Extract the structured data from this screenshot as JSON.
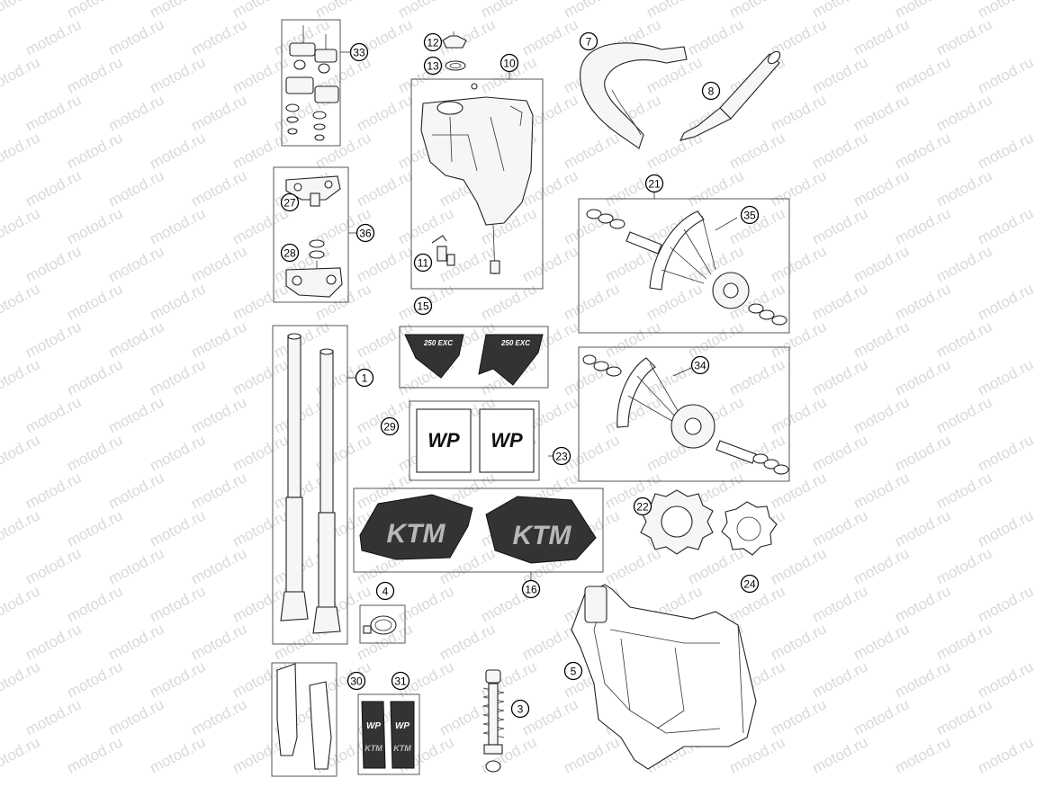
{
  "watermark": "motod.ru",
  "callouts": [
    {
      "id": "33",
      "label": "33"
    },
    {
      "id": "12",
      "label": "12"
    },
    {
      "id": "13",
      "label": "13"
    },
    {
      "id": "10",
      "label": "10"
    },
    {
      "id": "7",
      "label": "7"
    },
    {
      "id": "8",
      "label": "8"
    },
    {
      "id": "27",
      "label": "27"
    },
    {
      "id": "36",
      "label": "36"
    },
    {
      "id": "28",
      "label": "28"
    },
    {
      "id": "11",
      "label": "11"
    },
    {
      "id": "21",
      "label": "21"
    },
    {
      "id": "35",
      "label": "35"
    },
    {
      "id": "15",
      "label": "15"
    },
    {
      "id": "1",
      "label": "1"
    },
    {
      "id": "34",
      "label": "34"
    },
    {
      "id": "29",
      "label": "29"
    },
    {
      "id": "23",
      "label": "23"
    },
    {
      "id": "22",
      "label": "22"
    },
    {
      "id": "24",
      "label": "24"
    },
    {
      "id": "16",
      "label": "16"
    },
    {
      "id": "4",
      "label": "4"
    },
    {
      "id": "5",
      "label": "5"
    },
    {
      "id": "30",
      "label": "30"
    },
    {
      "id": "31",
      "label": "31"
    },
    {
      "id": "3",
      "label": "3"
    }
  ],
  "decals": {
    "model": "250 EXC",
    "fork_brand": "WP",
    "brand": "KTM"
  }
}
